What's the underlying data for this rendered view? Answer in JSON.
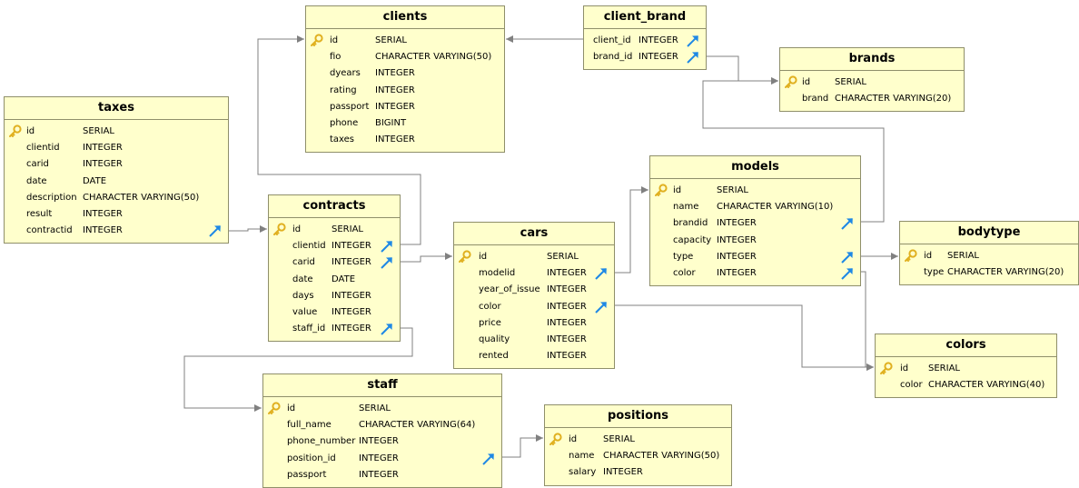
{
  "colors": {
    "fill": "#ffffcc",
    "border": "#8f8f6a",
    "line": "#808080",
    "key": "#e0b020",
    "fk_arrow": "#1e88e5"
  },
  "tables": [
    {
      "id": "clients",
      "name": "clients",
      "columns": [
        {
          "name": "id",
          "type": "SERIAL",
          "pk": true
        },
        {
          "name": "fio",
          "type": "CHARACTER VARYING(50)"
        },
        {
          "name": "dyears",
          "type": "INTEGER"
        },
        {
          "name": "rating",
          "type": "INTEGER"
        },
        {
          "name": "passport",
          "type": "INTEGER"
        },
        {
          "name": "phone",
          "type": "BIGINT"
        },
        {
          "name": "taxes",
          "type": "INTEGER"
        }
      ]
    },
    {
      "id": "client_brand",
      "name": "client_brand",
      "columns": [
        {
          "name": "client_id",
          "type": "INTEGER",
          "fk": true
        },
        {
          "name": "brand_id",
          "type": "INTEGER",
          "fk": true
        }
      ]
    },
    {
      "id": "brands",
      "name": "brands",
      "columns": [
        {
          "name": "id",
          "type": "SERIAL",
          "pk": true
        },
        {
          "name": "brand",
          "type": "CHARACTER VARYING(20)"
        }
      ]
    },
    {
      "id": "taxes",
      "name": "taxes",
      "columns": [
        {
          "name": "id",
          "type": "SERIAL",
          "pk": true
        },
        {
          "name": "clientid",
          "type": "INTEGER"
        },
        {
          "name": "carid",
          "type": "INTEGER"
        },
        {
          "name": "date",
          "type": "DATE"
        },
        {
          "name": "description",
          "type": "CHARACTER VARYING(50)"
        },
        {
          "name": "result",
          "type": "INTEGER"
        },
        {
          "name": "contractid",
          "type": "INTEGER",
          "fk": true
        }
      ]
    },
    {
      "id": "contracts",
      "name": "contracts",
      "columns": [
        {
          "name": "id",
          "type": "SERIAL",
          "pk": true
        },
        {
          "name": "clientid",
          "type": "INTEGER",
          "fk": true
        },
        {
          "name": "carid",
          "type": "INTEGER",
          "fk": true
        },
        {
          "name": "date",
          "type": "DATE"
        },
        {
          "name": "days",
          "type": "INTEGER"
        },
        {
          "name": "value",
          "type": "INTEGER"
        },
        {
          "name": "staff_id",
          "type": "INTEGER",
          "fk": true
        }
      ]
    },
    {
      "id": "models",
      "name": "models",
      "columns": [
        {
          "name": "id",
          "type": "SERIAL",
          "pk": true
        },
        {
          "name": "name",
          "type": "CHARACTER VARYING(10)"
        },
        {
          "name": "brandid",
          "type": "INTEGER",
          "fk": true
        },
        {
          "name": "capacity",
          "type": "INTEGER"
        },
        {
          "name": "type",
          "type": "INTEGER",
          "fk": true
        },
        {
          "name": "color",
          "type": "INTEGER",
          "fk": true
        }
      ]
    },
    {
      "id": "cars",
      "name": "cars",
      "columns": [
        {
          "name": "id",
          "type": "SERIAL",
          "pk": true
        },
        {
          "name": "modelid",
          "type": "INTEGER",
          "fk": true
        },
        {
          "name": "year_of_issue",
          "type": "INTEGER"
        },
        {
          "name": "color",
          "type": "INTEGER",
          "fk": true
        },
        {
          "name": "price",
          "type": "INTEGER"
        },
        {
          "name": "quality",
          "type": "INTEGER"
        },
        {
          "name": "rented",
          "type": "INTEGER"
        }
      ]
    },
    {
      "id": "bodytype",
      "name": "bodytype",
      "columns": [
        {
          "name": "id",
          "type": "SERIAL",
          "pk": true
        },
        {
          "name": "type",
          "type": "CHARACTER VARYING(20)"
        }
      ]
    },
    {
      "id": "colors",
      "name": "colors",
      "columns": [
        {
          "name": "id",
          "type": "SERIAL",
          "pk": true
        },
        {
          "name": "color",
          "type": "CHARACTER VARYING(40)"
        }
      ]
    },
    {
      "id": "staff",
      "name": "staff",
      "columns": [
        {
          "name": "id",
          "type": "SERIAL",
          "pk": true
        },
        {
          "name": "full_name",
          "type": "CHARACTER VARYING(64)"
        },
        {
          "name": "phone_number",
          "type": "INTEGER"
        },
        {
          "name": "position_id",
          "type": "INTEGER",
          "fk": true
        },
        {
          "name": "passport",
          "type": "INTEGER"
        }
      ]
    },
    {
      "id": "positions",
      "name": "positions",
      "columns": [
        {
          "name": "id",
          "type": "SERIAL",
          "pk": true
        },
        {
          "name": "name",
          "type": "CHARACTER VARYING(50)"
        },
        {
          "name": "salary",
          "type": "INTEGER"
        }
      ]
    }
  ],
  "relations": [
    {
      "from": "client_brand.client_id",
      "to": "clients.id"
    },
    {
      "from": "client_brand.brand_id",
      "to": "brands.id"
    },
    {
      "from": "taxes.contractid",
      "to": "contracts.id"
    },
    {
      "from": "contracts.clientid",
      "to": "clients.id"
    },
    {
      "from": "contracts.carid",
      "to": "cars.id"
    },
    {
      "from": "contracts.staff_id",
      "to": "staff.id"
    },
    {
      "from": "cars.modelid",
      "to": "models.id"
    },
    {
      "from": "cars.color",
      "to": "colors.id"
    },
    {
      "from": "models.brandid",
      "to": "brands.id"
    },
    {
      "from": "models.type",
      "to": "bodytype.id"
    },
    {
      "from": "models.color",
      "to": "colors.id"
    },
    {
      "from": "staff.position_id",
      "to": "positions.id"
    }
  ]
}
